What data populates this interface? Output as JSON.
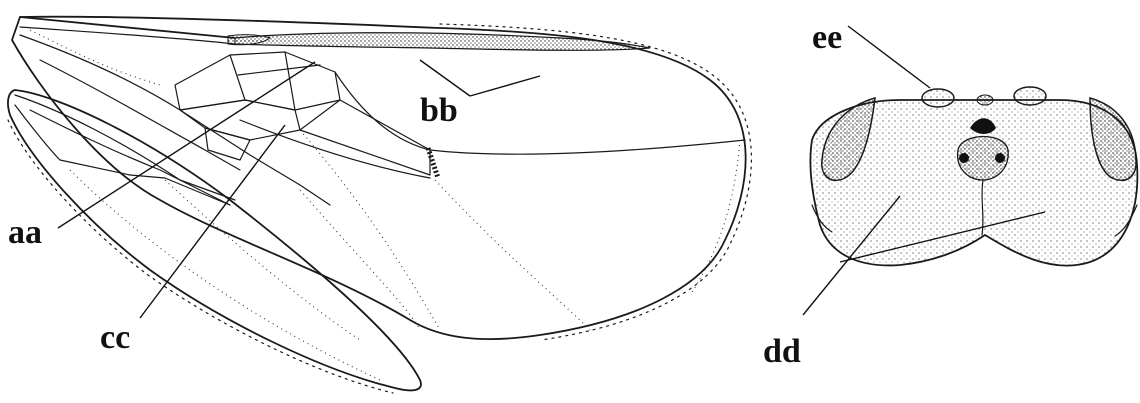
{
  "labels": {
    "aa": "aa",
    "bb": "bb",
    "cc": "cc",
    "dd": "dd",
    "ee": "ee"
  },
  "colors": {
    "ink": "#1a1a1a",
    "background": "#ffffff"
  }
}
